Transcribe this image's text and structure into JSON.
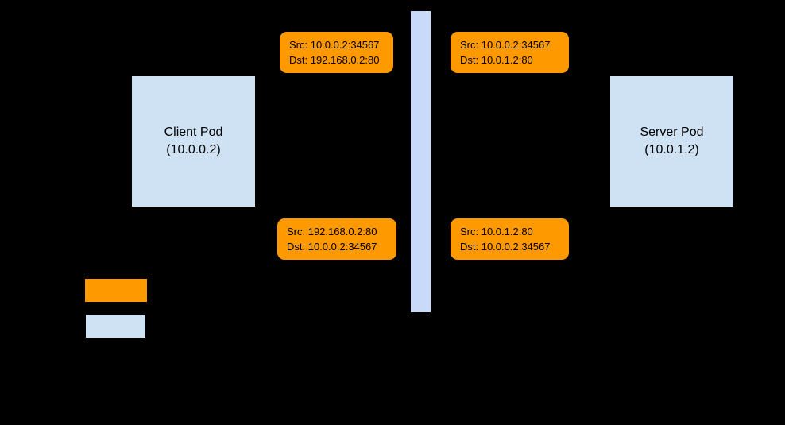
{
  "diagram": {
    "background_color": "#000000",
    "pods": {
      "client": {
        "title": "Client Pod",
        "subtitle": "(10.0.0.2)",
        "fill": "#cfe2f3"
      },
      "server": {
        "title": "Server Pod",
        "subtitle": "(10.0.1.2)",
        "fill": "#cfe2f3"
      }
    },
    "middle_bar": {
      "fill": "#c9daf8"
    },
    "packets": [
      {
        "position": "top-left",
        "line1": "Src: 10.0.0.2:34567",
        "line2": "Dst: 192.168.0.2:80",
        "fill": "#ff9900"
      },
      {
        "position": "top-right",
        "line1": "Src: 10.0.0.2:34567",
        "line2": "Dst: 10.0.1.2:80",
        "fill": "#ff9900"
      },
      {
        "position": "bottom-left",
        "line1": "Src: 192.168.0.2:80",
        "line2": "Dst: 10.0.0.2:34567",
        "fill": "#ff9900"
      },
      {
        "position": "bottom-right",
        "line1": "Src: 10.0.1.2:80",
        "line2": "Dst: 10.0.0.2:34567",
        "fill": "#ff9900"
      }
    ],
    "legend": {
      "packet_swatch_color": "#ff9900",
      "pod_swatch_color": "#cfe2f3"
    }
  }
}
